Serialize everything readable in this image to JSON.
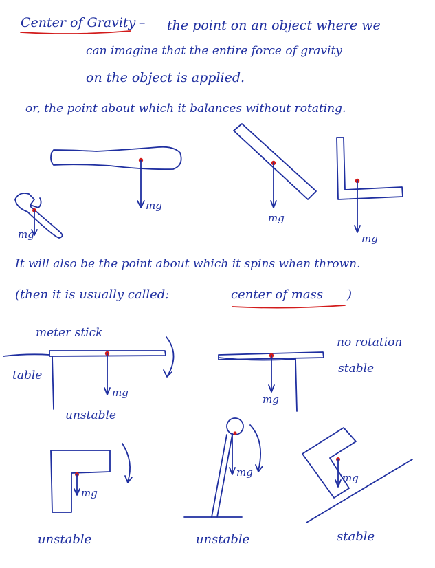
{
  "definition": {
    "term": "Center of Gravity",
    "dash": "–",
    "line1": "the point on an object where we",
    "line2": "can imagine that the entire force of gravity",
    "line3": "on the object is applied.",
    "line4": "or, the point about which it balances without rotating."
  },
  "mass_note": {
    "line1": "It will also be the point about which it spins when thrown.",
    "line2_prefix": "(then it is usually called:",
    "term": "center of mass",
    "line2_suffix": ")"
  },
  "labels": {
    "force": "mg",
    "meter_stick": "meter stick",
    "table": "table",
    "unstable": "unstable",
    "no_rotation": "no rotation",
    "stable": "stable"
  },
  "colors": {
    "ink": "#1f2fa0",
    "cg_dot": "#d21b1b"
  }
}
